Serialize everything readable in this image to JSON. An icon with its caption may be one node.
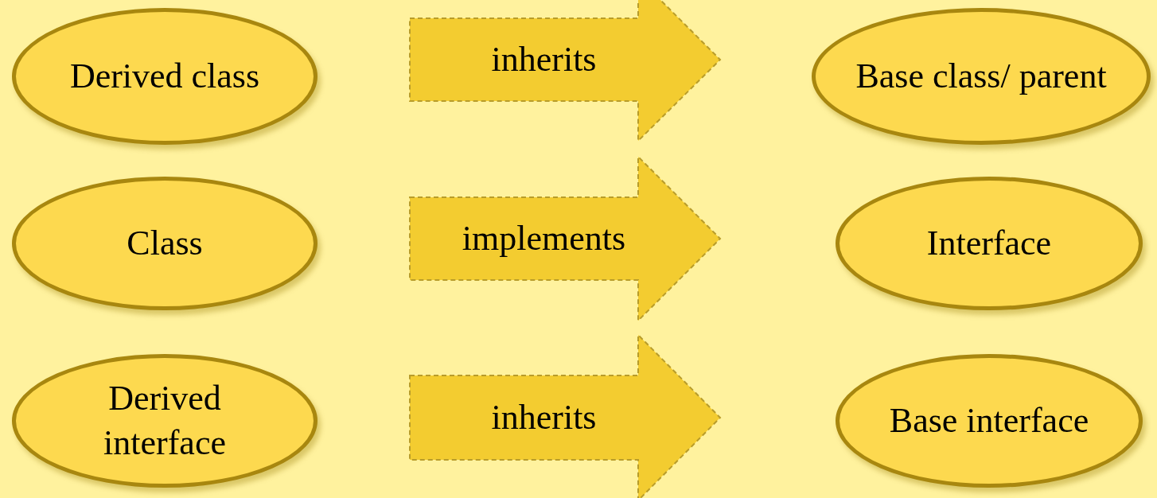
{
  "diagram": {
    "nodes": [
      {
        "text": [
          "Derived class"
        ]
      },
      {
        "text": [
          "Base class/ parent"
        ]
      },
      {
        "text": [
          "Class"
        ]
      },
      {
        "text": [
          "Interface"
        ]
      },
      {
        "text": [
          "Derived interface"
        ]
      },
      {
        "text": [
          "Base interface"
        ]
      }
    ],
    "edges": [
      {
        "from": 0,
        "to": 1,
        "arrow": "to",
        "label": "inherits"
      },
      {
        "from": 2,
        "to": 3,
        "arrow": "to",
        "label": "implements"
      },
      {
        "from": 4,
        "to": 5,
        "arrow": "to",
        "label": "inherits"
      }
    ]
  }
}
